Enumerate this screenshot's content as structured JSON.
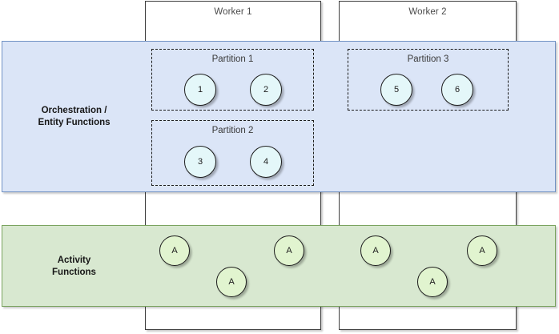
{
  "diagram": {
    "title": "Durable Functions worker partitioning diagram",
    "colors": {
      "orchestration_band_fill": "#dbe5f7",
      "orchestration_band_border": "#7292c4",
      "activity_band_fill": "#d8e8d0",
      "activity_band_border": "#7aa35f",
      "orchestration_node_fill": "#e4f7f9",
      "activity_node_fill": "#e1f4cf",
      "node_border": "#1d1d1d",
      "worker_border": "#3d3d3d",
      "partition_border": "#1a1a1a",
      "canvas_background": "#ffffff"
    }
  },
  "workers": [
    {
      "label": "Worker 1"
    },
    {
      "label": "Worker 2"
    }
  ],
  "bands": [
    {
      "label": "Orchestration /\nEntity Functions"
    },
    {
      "label": "Activity\nFunctions"
    }
  ],
  "partitions": [
    {
      "label": "Partition 1",
      "worker": "Worker 1",
      "nodes": [
        {
          "label": "1"
        },
        {
          "label": "2"
        }
      ]
    },
    {
      "label": "Partition 2",
      "worker": "Worker 1",
      "nodes": [
        {
          "label": "3"
        },
        {
          "label": "4"
        }
      ]
    },
    {
      "label": "Partition 3",
      "worker": "Worker 2",
      "nodes": [
        {
          "label": "5"
        },
        {
          "label": "6"
        }
      ]
    }
  ],
  "activity_nodes": [
    {
      "label": "A",
      "worker": "Worker 1"
    },
    {
      "label": "A",
      "worker": "Worker 1"
    },
    {
      "label": "A",
      "worker": "Worker 1"
    },
    {
      "label": "A",
      "worker": "Worker 2"
    },
    {
      "label": "A",
      "worker": "Worker 2"
    },
    {
      "label": "A",
      "worker": "Worker 2"
    }
  ]
}
